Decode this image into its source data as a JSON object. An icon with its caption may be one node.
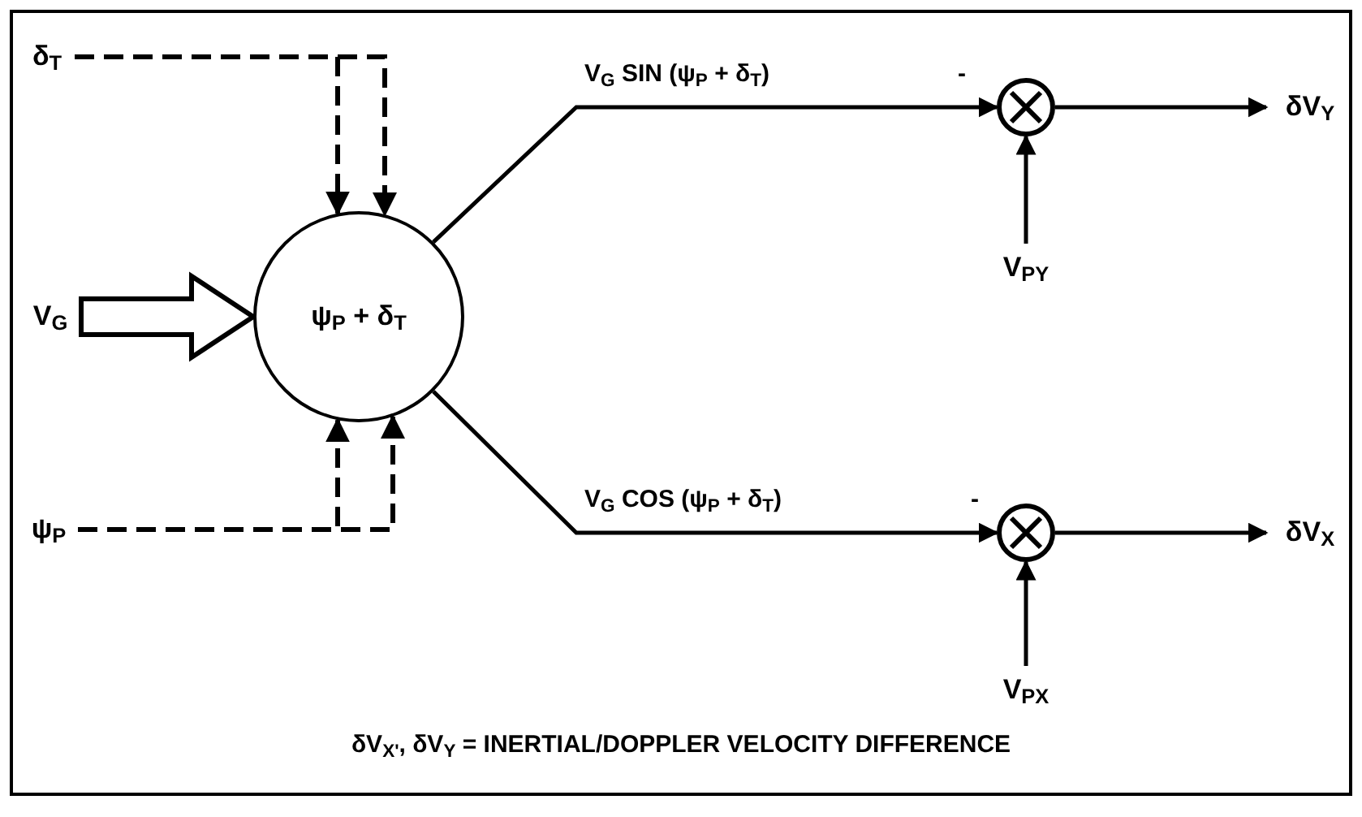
{
  "diagram": {
    "caption": "δV$_{X'}$, δV$_{Y}$ = INERTIAL/DOPPLER VELOCITY DIFFERENCE",
    "nodes": [
      {
        "text": [
          "δ$_{T}$"
        ]
      },
      {
        "text": [
          "V$_{G}$"
        ]
      },
      {
        "text": [
          "ψ$_{P}$"
        ]
      },
      {
        "text": [
          "ψ$_{P}$ + δ$_{T}$"
        ]
      },
      {
        "text": [],
        "shape": "circle"
      },
      {
        "text": [
          "δV$_{Y}$"
        ]
      },
      {
        "text": [
          "V$_{PY}$"
        ]
      },
      {
        "text": [],
        "shape": "circle"
      },
      {
        "text": [
          "δV$_{X}$"
        ]
      },
      {
        "text": [
          "V$_{PX}$"
        ]
      }
    ],
    "edges": [
      {
        "from": 0,
        "to": 3,
        "arrow": "to",
        "style": "dashed"
      },
      {
        "from": 0,
        "to": 3,
        "arrow": "to",
        "style": "dashed"
      },
      {
        "from": 1,
        "to": 3,
        "arrow": "to",
        "style": "thick"
      },
      {
        "from": 2,
        "to": 3,
        "arrow": "to",
        "style": "dashed"
      },
      {
        "from": 2,
        "to": 3,
        "arrow": "to",
        "style": "dashed"
      },
      {
        "from": 3,
        "to": 4,
        "arrow": "to",
        "label": "V$_{G}$ SIN (ψ$_{P}$ + δ$_{T}$)"
      },
      {
        "from": 4,
        "to": 5,
        "arrow": "to"
      },
      {
        "from": 6,
        "to": 4,
        "arrow": "to"
      },
      {
        "from": 3,
        "to": 7,
        "arrow": "to",
        "label": "V$_{G}$ COS (ψ$_{P}$ + δ$_{T}$)"
      },
      {
        "from": 7,
        "to": 8,
        "arrow": "to"
      },
      {
        "from": 9,
        "to": 7,
        "arrow": "to"
      }
    ],
    "labels": [
      "-",
      "-"
    ]
  }
}
